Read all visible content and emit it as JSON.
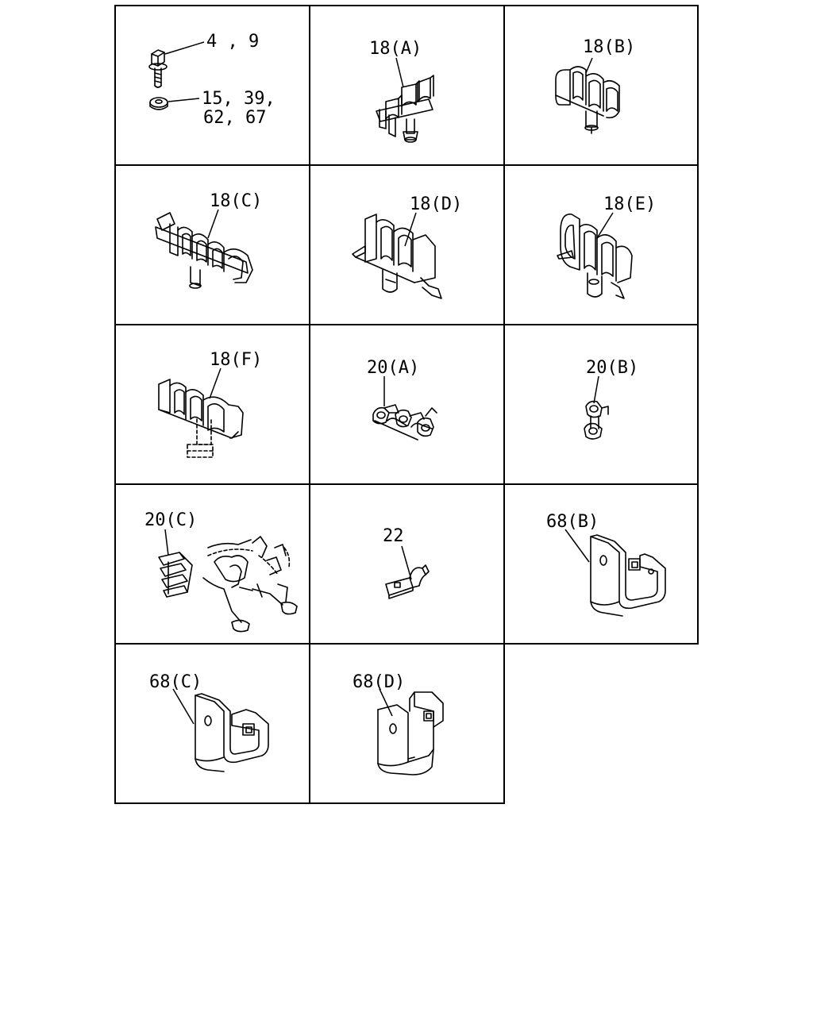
{
  "diagram": {
    "cells": [
      {
        "id": "bolt-washer",
        "labels": [
          "4 , 9",
          "15, 39,",
          "62, 67"
        ]
      },
      {
        "id": "clamp-18a",
        "labels": [
          "18(A)"
        ]
      },
      {
        "id": "clamp-18b",
        "labels": [
          "18(B)"
        ]
      },
      {
        "id": "clamp-18c",
        "labels": [
          "18(C)"
        ]
      },
      {
        "id": "clamp-18d",
        "labels": [
          "18(D)"
        ]
      },
      {
        "id": "clamp-18e",
        "labels": [
          "18(E)"
        ]
      },
      {
        "id": "clamp-18f",
        "labels": [
          "18(F)"
        ]
      },
      {
        "id": "clamp-20a",
        "labels": [
          "20(A)"
        ]
      },
      {
        "id": "clamp-20b",
        "labels": [
          "20(B)"
        ]
      },
      {
        "id": "clamp-20c",
        "labels": [
          "20(C)"
        ]
      },
      {
        "id": "clip-22",
        "labels": [
          "22"
        ]
      },
      {
        "id": "bracket-68b",
        "labels": [
          "68(B)"
        ]
      },
      {
        "id": "bracket-68c",
        "labels": [
          "68(C)"
        ]
      },
      {
        "id": "bracket-68d",
        "labels": [
          "68(D)"
        ]
      }
    ]
  }
}
